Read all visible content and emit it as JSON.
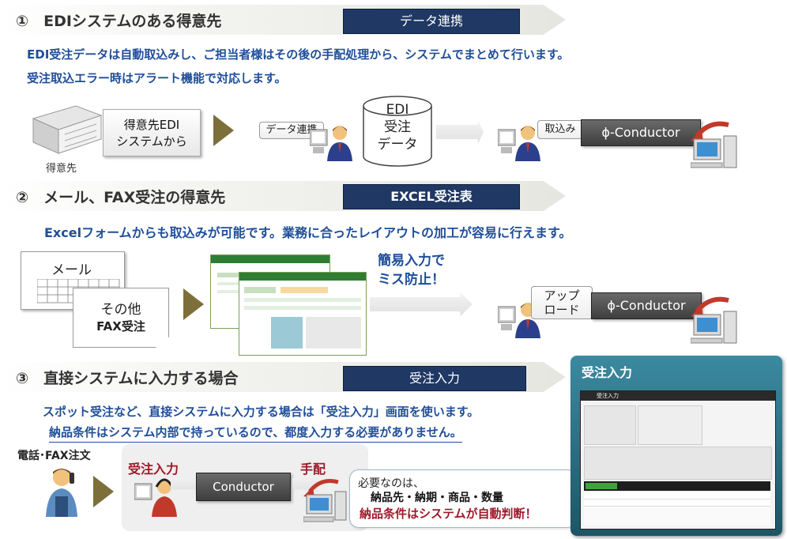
{
  "section1": {
    "title": "①　EDIシステムのある得意先",
    "tag": "データ連携",
    "desc1": "EDI受注データは自動取込みし、ご担当者様はその後の手配処理から、システムでまとめて行います。",
    "desc2": "受注取込エラー時はアラート機能で対応します。",
    "source_box": [
      "得意先EDI",
      "システムから"
    ],
    "source_caption": "得意先",
    "callout_left": "データ連携",
    "db_label": [
      "EDI",
      "受注",
      "データ"
    ],
    "callout_right": "取込み",
    "conductor": "ϕ-Conductor"
  },
  "section2": {
    "title": "②　メール、FAX受注の得意先",
    "tag": "EXCEL受注表",
    "desc": "Excelフォームからも取込みが可能です。業務に合ったレイアウトの加工が容易に行えます。",
    "mail_label": "メール",
    "other_label": [
      "その他",
      "FAX受注"
    ],
    "note": [
      "簡易入力で",
      "ミス防止！"
    ],
    "callout": [
      "アップ",
      "ロード"
    ],
    "conductor": "ϕ-Conductor"
  },
  "section3": {
    "title": "③　直接システムに入力する場合",
    "tag": "受注入力",
    "desc1": "スポット受注など、直接システムに入力する場合は「受注入力」画面を使います。",
    "desc2": "納品条件はシステム内部で持っているので、都度入力する必要がありません。",
    "phone_label": "電話･FAX注文",
    "input_label": "受注入力",
    "conductor": "Conductor",
    "arrange_label": "手配",
    "speech": [
      "必要なのは、",
      "納品先・納期・商品・数量",
      "納品条件はシステムが自動判断！"
    ]
  },
  "screen_panel": {
    "title": "受注入力",
    "window_title": "受注入力"
  },
  "colors": {
    "navy": "#1f3864",
    "desc_blue": "#1f4e99",
    "dark_red": "#a0192a",
    "panel_teal": "#2a6d80"
  }
}
